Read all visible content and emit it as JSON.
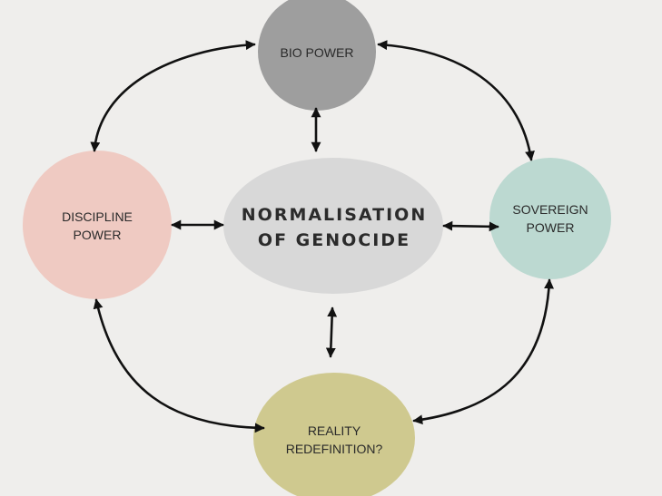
{
  "diagram": {
    "background_color": "#efeeec",
    "center": {
      "line1": "NORMALISATION",
      "line2": "OF GENOCIDE",
      "color": "#d8d8d8"
    },
    "nodes": {
      "bio_power": {
        "label": "BIO POWER",
        "color": "#9e9e9e"
      },
      "discipline_power": {
        "line1": "DISCIPLINE",
        "line2": "POWER",
        "color": "#efcac2"
      },
      "sovereign_power": {
        "line1": "SOVEREIGN",
        "line2": "POWER",
        "color": "#bcd9d1"
      },
      "reality_redefinition": {
        "line1": "REALITY",
        "line2": "REDEFINITION?",
        "color": "#cfc98f"
      }
    },
    "arrow_color": "#111111"
  }
}
